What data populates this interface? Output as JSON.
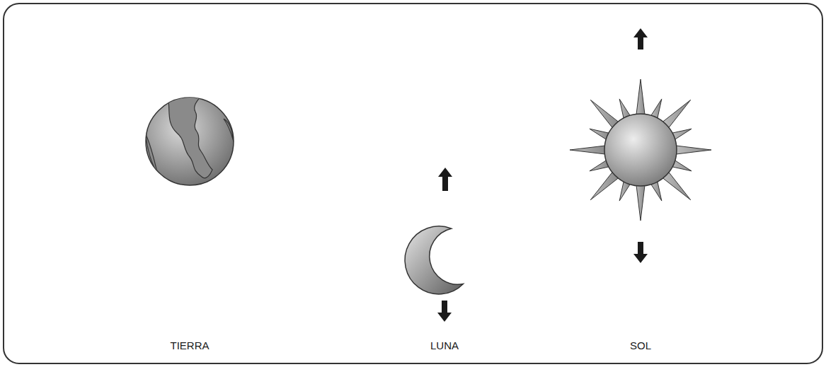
{
  "diagram": {
    "labels": [
      "TIERRA",
      "LUNA",
      "SOL"
    ]
  }
}
